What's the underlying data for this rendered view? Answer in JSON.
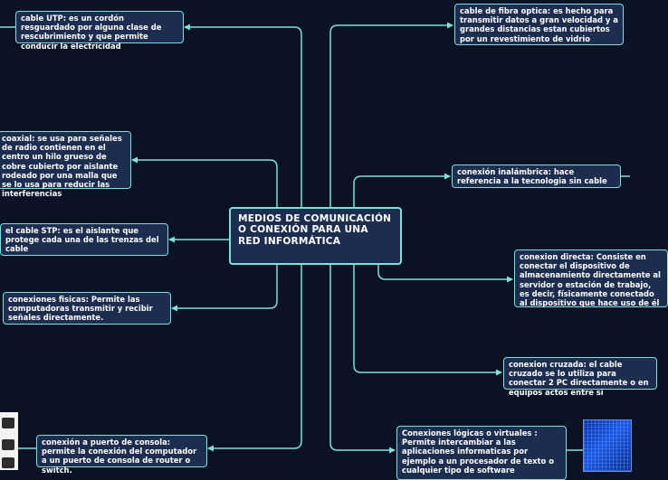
{
  "central": {
    "title": "MEDIOS DE COMUNICACIÓN O CONEXIÓN PARA UNA RED INFORMÁTICA"
  },
  "left_nodes": [
    {
      "id": "utp",
      "text": "cable UTP: es un cordón resguardado por alguna clase de rescubrimiento y que permite conducir la electricidad"
    },
    {
      "id": "coaxial",
      "text": "coaxial: se usa para señales de radio contienen en el centro un hilo grueso de cobre cubierto por aislante rodeado por una malla que se lo usa para reducir las interferencias"
    },
    {
      "id": "stp",
      "text": "el cable STP: es el aislante que protege cada una de las trenzas del cable"
    },
    {
      "id": "fisicas",
      "text": "conexiones fisicas: Permite las computadoras transmitir y recibir señales directamente."
    },
    {
      "id": "consola",
      "text": "conexión a puerto de consola: permite la conexión del computador a un puerto de consola de router o switch."
    }
  ],
  "right_nodes": [
    {
      "id": "fibra",
      "text": "cable de fibra optica: es hecho para transmitir datos a gran velocidad y a grandes distancias estan cubiertos por un revestimiento de vidrio"
    },
    {
      "id": "inalambrica",
      "text": "conexión inalámbrica: hace referencia a la tecnologia sin cable"
    },
    {
      "id": "directa",
      "text": "conexion directa: Consiste en conectar el dispositivo de almacenamiento directamente al servidor o estación de trabajo, es decir, físicamente conectado al dispositivo que hace uso de él"
    },
    {
      "id": "cruzada",
      "text": "conexion cruzada: el cable cruzado se lo utiliza para conectar 2 PC directamente o en equipos actos entre si"
    },
    {
      "id": "logicas",
      "text": "Conexiones lógicas o virtuales : Permite intercambiar a las aplicaciones informaticas por ejemplo a un procesador de texto o cualquier tipo de software"
    }
  ],
  "images": [
    {
      "id": "network-devices-photo"
    },
    {
      "id": "fiber-optic-photo"
    }
  ],
  "colors": {
    "background": "#0b1226",
    "node_fill": "#1c2d4f",
    "node_border": "#7fe0d8",
    "connector": "#7fe0d8",
    "text": "#ffffff"
  }
}
